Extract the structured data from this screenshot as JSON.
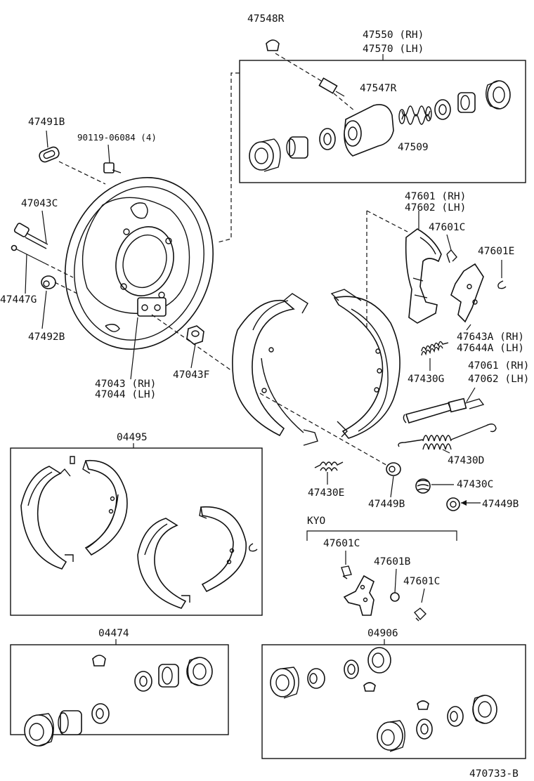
{
  "labels": {
    "p47548R": "47548R",
    "p47550RH": "47550 (RH)",
    "p47570LH": "47570 (LH)",
    "p47547R": "47547R",
    "p47509": "47509",
    "p47491B": "47491B",
    "p90119": "90119-06084 (4)",
    "p47043C": "47043C",
    "p47447G": "47447G",
    "p47492B": "47492B",
    "p47043RH": "47043 (RH)",
    "p47044LH": "47044 (LH)",
    "p47043F": "47043F",
    "p47601RH": "47601 (RH)",
    "p47602LH": "47602 (LH)",
    "p47601C_a": "47601C",
    "p47601E": "47601E",
    "p47643ARH": "47643A (RH)",
    "p47644ALH": "47644A (LH)",
    "p47430G": "47430G",
    "p47061RH": "47061 (RH)",
    "p47062LH": "47062 (LH)",
    "p47430D": "47430D",
    "p47430E": "47430E",
    "p47449B_a": "47449B",
    "p47430C": "47430C",
    "p47449B_b": "47449B",
    "p04495": "04495",
    "kyo": "KYO",
    "p47601C_b": "47601C",
    "p47601B": "47601B",
    "p47601C_c": "47601C",
    "p04474": "04474",
    "p04906": "04906",
    "ref": "470733-B"
  }
}
